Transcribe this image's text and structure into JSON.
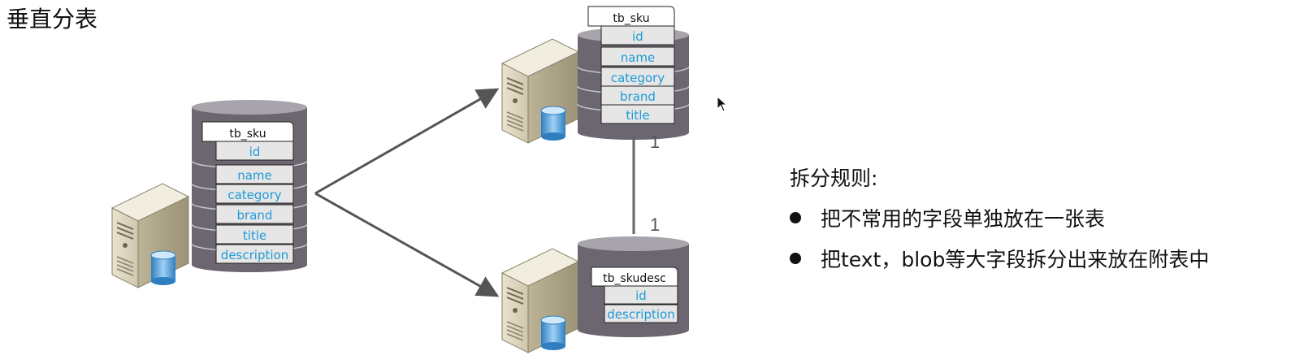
{
  "page": {
    "title": "垂直分表"
  },
  "source_db": {
    "table_name": "tb_sku",
    "fields": [
      "id",
      "name",
      "category",
      "brand",
      "title",
      "description"
    ]
  },
  "target_db_1": {
    "table_name": "tb_sku",
    "fields": [
      "id",
      "name",
      "category",
      "brand",
      "title"
    ]
  },
  "target_db_2": {
    "table_name": "tb_skudesc",
    "fields": [
      "id",
      "description"
    ]
  },
  "relation": {
    "label_top": "1",
    "label_bottom": "1"
  },
  "rules": {
    "heading": "拆分规则:",
    "items": [
      "把不常用的字段单独放在一张表",
      "把text，blob等大字段拆分出来放在附表中"
    ]
  },
  "colors": {
    "field_text": "#1e9ad6",
    "cylinder": "#6b666f",
    "cylinder_top": "#a8a4ab",
    "arrow": "#555555"
  }
}
